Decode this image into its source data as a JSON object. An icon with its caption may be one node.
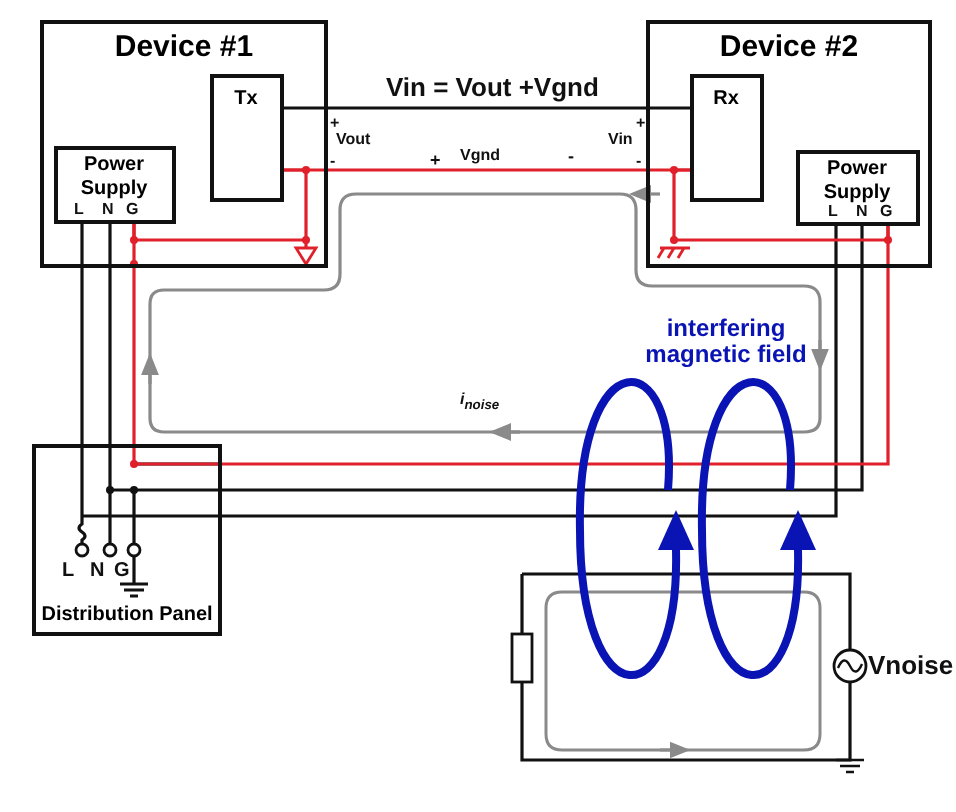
{
  "diagram": {
    "nodes": [
      {
        "text": [
          "Device #1"
        ]
      },
      {
        "text": [
          "Tx"
        ],
        "in": 0
      },
      {
        "text": [
          "Power Supply"
        ],
        "in": 0
      },
      {
        "text": [
          "Device #2"
        ]
      },
      {
        "text": [
          "Rx"
        ],
        "in": 3
      },
      {
        "text": [
          "Power Supply"
        ],
        "in": 3
      },
      {
        "text": [
          "Distribution Panel"
        ]
      }
    ],
    "edges": [
      {
        "from": 1,
        "to": 4,
        "arrow": "none"
      },
      {
        "from": 1,
        "to": 4,
        "arrow": "none",
        "color": "#e0202a"
      },
      {
        "from": 2,
        "to": 6,
        "arrow": "none"
      },
      {
        "from": 2,
        "to": 6,
        "arrow": "none"
      },
      {
        "from": 2,
        "to": 6,
        "arrow": "none",
        "color": "#e0202a"
      },
      {
        "from": 5,
        "to": 6,
        "arrow": "none"
      },
      {
        "from": 5,
        "to": 6,
        "arrow": "none"
      },
      {
        "from": 5,
        "to": 6,
        "arrow": "none",
        "color": "#e0202a"
      },
      {
        "from": 1,
        "to": 2,
        "arrow": "none",
        "color": "#e0202a"
      },
      {
        "from": 4,
        "to": 5,
        "arrow": "none",
        "color": "#e0202a"
      }
    ],
    "labels": [
      "Vin = Vout +Vgnd",
      "+",
      "Vout",
      "-",
      "+",
      "Vgnd",
      "-",
      "+",
      "Vin",
      "-",
      "L",
      "N",
      "G",
      "L",
      "N",
      "G",
      "interfering magnetic field",
      "i$_{noise}$",
      "L",
      "N",
      "G",
      "Vnoise"
    ]
  }
}
